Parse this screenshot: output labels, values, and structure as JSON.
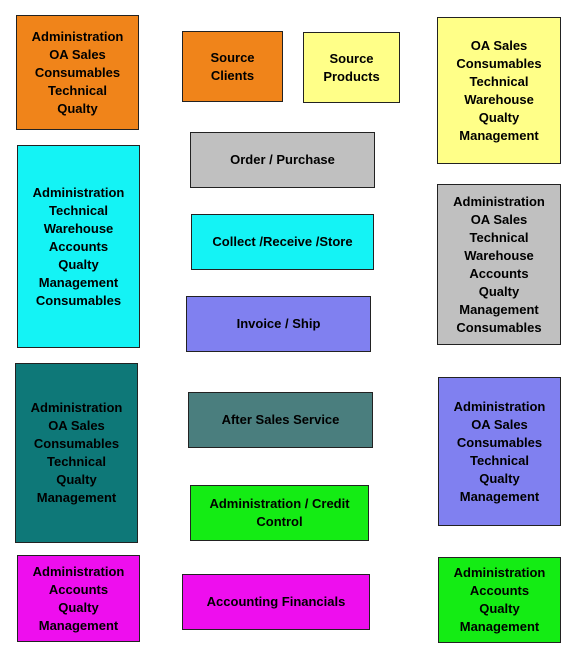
{
  "colors": {
    "orange": "#F0841A",
    "yellow": "#FFFF88",
    "cyan": "#14F3F5",
    "gray": "#C0C0C0",
    "periwinkle": "#8080F0",
    "teal_dark": "#0E7878",
    "teal_gray": "#4A7E7E",
    "green": "#14EC14",
    "magenta": "#EE0EEE"
  },
  "boxes": {
    "top_left": "Administration\nOA Sales\nConsumables\nTechnical\nQualty",
    "source_clients": "Source\nClients",
    "source_products": "Source\nProducts",
    "top_right": "OA Sales\nConsumables\nTechnical\nWarehouse\nQualty\nManagement",
    "mid_left": "Administration\nTechnical\nWarehouse\nAccounts\nQualty\nManagement\nConsumables",
    "order_purchase": "Order / Purchase",
    "collect_receive": "Collect /Receive /Store",
    "mid_right": "Administration\nOA Sales\nTechnical\nWarehouse\nAccounts\nQualty\nManagement\nConsumables",
    "invoice_ship": "Invoice / Ship",
    "lower_left": "Administration\nOA Sales\nConsumables\nTechnical\nQualty\nManagement",
    "after_sales": "After Sales Service",
    "lower_right": "Administration\nOA Sales\nConsumables\nTechnical\nQualty\nManagement",
    "admin_credit": "Administration / Credit\nControl",
    "bottom_left": "Administration\nAccounts\nQualty\nManagement",
    "accounting": "Accounting Financials",
    "bottom_right": "Administration\nAccounts\nQualty\nManagement"
  }
}
